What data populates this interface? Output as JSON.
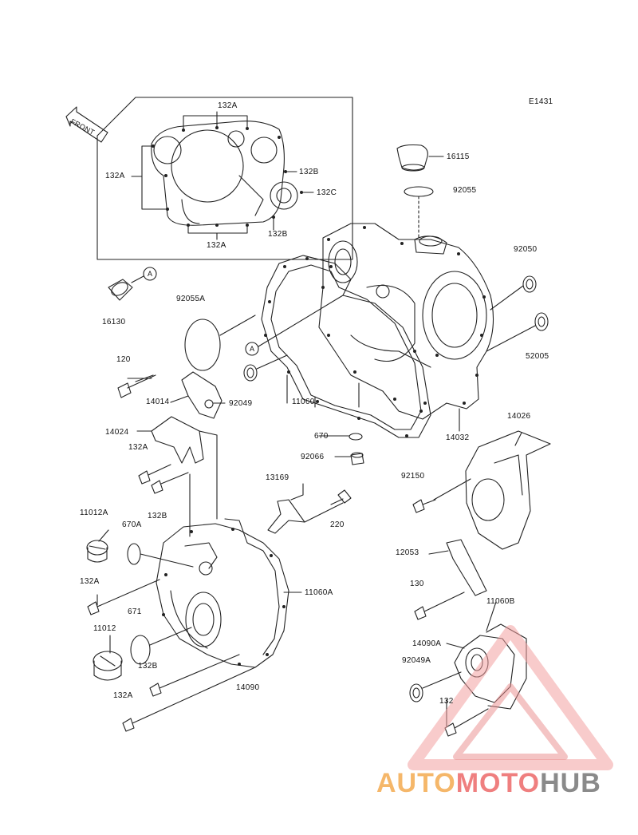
{
  "diagram_id": "E1431",
  "front_arrow": "FRONT",
  "callout_a": "A",
  "parts": {
    "p132a_top": "132A",
    "p132a_left": "132A",
    "p132b_upper": "132B",
    "p132c": "132C",
    "p132b_lower": "132B",
    "p132a_bottom": "132A",
    "p16115": "16115",
    "p92055": "92055",
    "p92050": "92050",
    "p52005": "52005",
    "p16130": "16130",
    "p92055a": "92055A",
    "p120": "120",
    "p14014": "14014",
    "p92049": "92049",
    "p11060": "11060",
    "p14032": "14032",
    "p14026": "14026",
    "p14024": "14024",
    "p670": "670",
    "p92066": "92066",
    "p132a_mid": "132A",
    "p132b_mid": "132B",
    "p13169": "13169",
    "p220": "220",
    "p92150": "92150",
    "p11012a": "11012A",
    "p670a": "670A",
    "p11060a": "11060A",
    "p12053": "12053",
    "p132a_low": "132A",
    "p130": "130",
    "p11060b": "11060B",
    "p671": "671",
    "p14090a": "14090A",
    "p11012": "11012",
    "p92049a": "92049A",
    "p132b_low": "132B",
    "p14090": "14090",
    "p132a_bot": "132A",
    "p132": "132"
  },
  "watermark": {
    "part1": "AUTO",
    "part2": "MOTO",
    "part3": "HUB"
  }
}
